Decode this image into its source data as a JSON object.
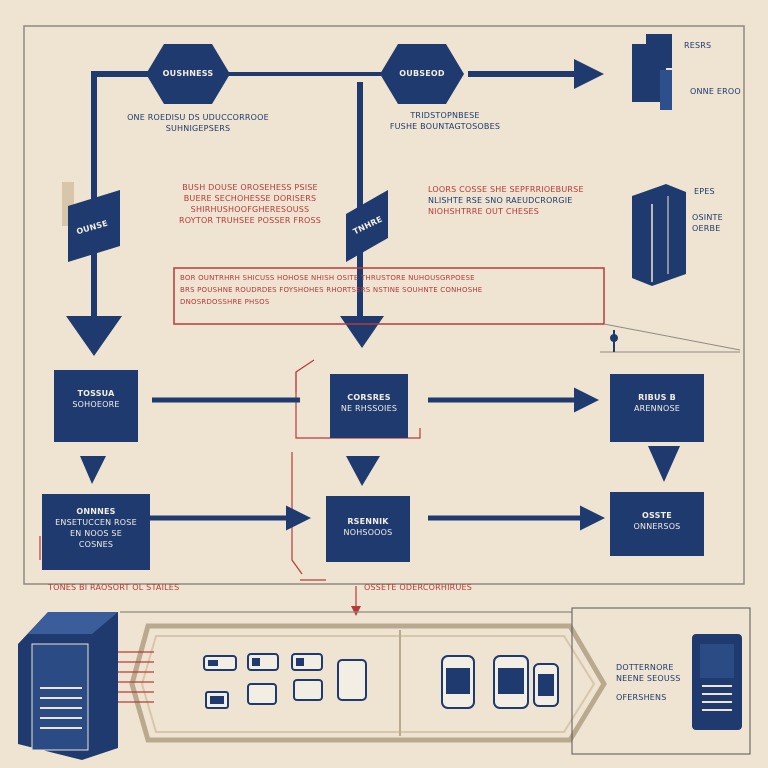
{
  "colors": {
    "background": "#efe4d2",
    "navy": "#1e3a6e",
    "red": "#b73a3a",
    "frame": "#8f8a80"
  },
  "top_nodes": {
    "left_hex": "OUSHNESS",
    "right_hex": "OUBSEOD"
  },
  "top_notes": {
    "left": [
      "ONE ROEDISU DS UDUCCORROOE",
      "SUHNIGEPSERS"
    ],
    "right": [
      "TRIDSTOPNBESE",
      "FUSHE BOUNTAGTOSOBES"
    ]
  },
  "flags": {
    "left": "OUNSE",
    "center": "TNHRE"
  },
  "red_notes": {
    "left": [
      "BUSH DOUSE OROSEHESS PSISE",
      "BUERE SECHOHESSE DORISERS",
      "SHIRHUSHOOFGHERESOUSS",
      "ROYTOR TRUHSEE POSSER FROSS"
    ],
    "right": [
      "LOORS COSSE SHE SEPFRRIOEBURSE",
      "NLISHTE RSE SNO RAEUDCRORGIE",
      "NIOHSHTRRE OUT CHESES"
    ]
  },
  "banner": [
    "BOR OUNTRHRH SHICUSS HOHOSE NHISH OSITE THRUSTORE NUHOUSGRPOESE",
    "BRS POUSHNE ROUDRDES FOYSHOHES RHORTSERS NSTINE SOUHNTE CONHOSHE",
    "DNOSRDOSSHRE PHSOS"
  ],
  "sidebar_top": {
    "title": "RESRS",
    "subtitle": "ONNE EROO"
  },
  "sidebar_mid": {
    "title": "EPES",
    "subtitle": [
      "OSINTE",
      "OERBE"
    ]
  },
  "boxes": {
    "r1c1": [
      "TOSSUA",
      "SOHOEORE"
    ],
    "r1c2": [
      "CORSRES",
      "NE RHSSOIES"
    ],
    "r1c3": [
      "RIBUS B",
      "ARENNOSE"
    ],
    "r2c1": [
      "ONNNES",
      "ENSETUCCEN ROSE",
      "EN NOOS SE",
      "COSNES"
    ],
    "r2c2": [
      "RSENNIK",
      "NOHSOOOS"
    ],
    "r2c3": [
      "OSSTE",
      "ONNERSOS"
    ]
  },
  "bottom_labels": {
    "left": "TONES BI RAOSORT OL STAILES",
    "center": "OSSETE ODERCORHIRUES"
  },
  "storage_caption": [
    "DOTTERNORE",
    "NEENE SEOUSS",
    "OFERSHENS"
  ]
}
